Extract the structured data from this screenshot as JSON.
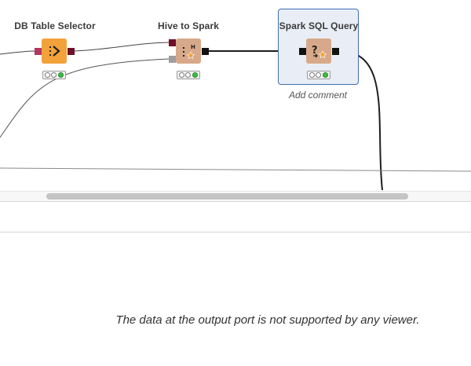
{
  "workflow": {
    "nodes": [
      {
        "title": "DB Table Selector",
        "icon": "db-table-selector-icon",
        "status": "executed"
      },
      {
        "title": "Hive to Spark",
        "icon": "hive-to-spark-icon",
        "status": "executed"
      },
      {
        "title": "Spark SQL Query",
        "icon": "spark-sql-query-icon",
        "status": "executed",
        "selected": true,
        "comment_placeholder": "Add comment"
      }
    ]
  },
  "output_panel": {
    "message": "The data at the output port is not supported by any viewer."
  },
  "colors": {
    "source_node": "#f2a23b",
    "spark_node": "#d7a98a",
    "selection": "#3e6db5",
    "status_green": "#3dbd43"
  }
}
